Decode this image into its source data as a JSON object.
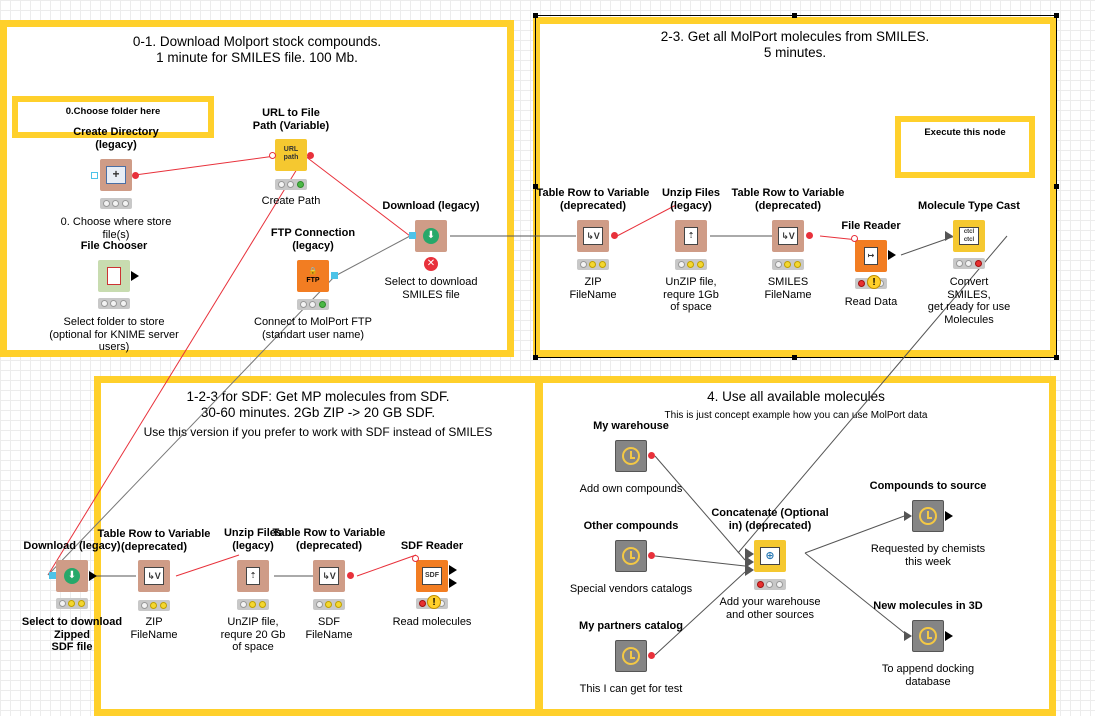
{
  "annotations": [
    {
      "id": "a1",
      "title": "0-1. Download Molport stock compounds.\n1 minute for SMILES file. 100 Mb.",
      "sub": ""
    },
    {
      "id": "a2",
      "title": "2-3. Get all MolPort molecules from SMILES.\n5 minutes.",
      "sub": ""
    },
    {
      "id": "a3",
      "title": "1-2-3 for SDF: Get MP molecules from SDF.\n30-60 minutes. 2Gb ZIP -> 20 GB SDF.",
      "sub": "Use this version if you prefer to work with SDF instead of SMILES"
    },
    {
      "id": "a4",
      "title": "4. Use all available molecules",
      "sub": "This is just concept example how you can use MolPort data"
    }
  ],
  "notes": {
    "choose_folder": "0.Choose folder here",
    "execute": "Execute this node"
  },
  "nodes": [
    {
      "title": "Create Directory\n(legacy)",
      "label": "0. Choose where store file(s)",
      "icon": "create-directory-icon",
      "glyph": "+"
    },
    {
      "title": "URL to File\nPath (Variable)",
      "label": "Create Path",
      "icon": "url-to-path-icon",
      "glyph": "URL path"
    },
    {
      "title": "File Chooser",
      "label": "Select folder to store\n(optional for KNIME server users)",
      "icon": "file-chooser-icon",
      "glyph": ""
    },
    {
      "title": "FTP Connection\n(legacy)",
      "label": "Connect to MolPort FTP\n(standart user name)",
      "icon": "ftp-lock-icon",
      "glyph": "FTP"
    },
    {
      "title": "Download (legacy)",
      "label": "Select to download\nSMILES file",
      "icon": "download-icon",
      "glyph": "⬇"
    },
    {
      "title": "Table Row to Variable\n(deprecated)",
      "label": "ZIP\nFileName",
      "icon": "table-to-variable-icon",
      "glyph": "V"
    },
    {
      "title": "Unzip Files\n(legacy)",
      "label": "UnZIP file,\nrequre 1Gb\nof space",
      "icon": "unzip-icon",
      "glyph": "⇡"
    },
    {
      "title": "Table Row to Variable\n(deprecated)",
      "label": "SMILES\nFileName",
      "icon": "table-to-variable-icon",
      "glyph": "V"
    },
    {
      "title": "File Reader",
      "label": "Read Data",
      "icon": "file-reader-icon",
      "glyph": "↦"
    },
    {
      "title": "Molecule Type Cast",
      "label": "Convert\nSMILES,\nget ready for use\nMolecules",
      "icon": "molecule-type-cast-icon",
      "glyph": "ctcl"
    },
    {
      "title": "Download (legacy)",
      "label": "Select to download\nZipped\nSDF file",
      "icon": "download-icon",
      "glyph": "⬇"
    },
    {
      "title": "Table Row to Variable\n(deprecated)",
      "label": "ZIP\nFileName",
      "icon": "table-to-variable-icon",
      "glyph": "V"
    },
    {
      "title": "Unzip Files\n(legacy)",
      "label": "UnZIP file,\nrequre 20 Gb\nof space",
      "icon": "unzip-icon",
      "glyph": "⇡"
    },
    {
      "title": "Table Row to Variable\n(deprecated)",
      "label": "SDF\nFileName",
      "icon": "table-to-variable-icon",
      "glyph": "V"
    },
    {
      "title": "SDF Reader",
      "label": "Read molecules",
      "icon": "sdf-reader-icon",
      "glyph": "SDF"
    },
    {
      "title": "My warehouse",
      "label": "Add own compounds",
      "icon": "component-clock-icon",
      "glyph": ""
    },
    {
      "title": "Other compounds",
      "label": "Special vendors catalogs",
      "icon": "component-clock-icon",
      "glyph": ""
    },
    {
      "title": "My partners catalog",
      "label": "This I can get for test",
      "icon": "component-clock-icon",
      "glyph": ""
    },
    {
      "title": "Concatenate (Optional\nin) (deprecated)",
      "label": "Add your warehouse\nand other sources",
      "icon": "concatenate-icon",
      "glyph": "⊕"
    },
    {
      "title": "Compounds to source",
      "label": "Requested by chemists\nthis week",
      "icon": "component-clock-icon",
      "glyph": ""
    },
    {
      "title": "New molecules in 3D",
      "label": "To append docking\ndatabase",
      "icon": "component-clock-icon",
      "glyph": ""
    }
  ]
}
